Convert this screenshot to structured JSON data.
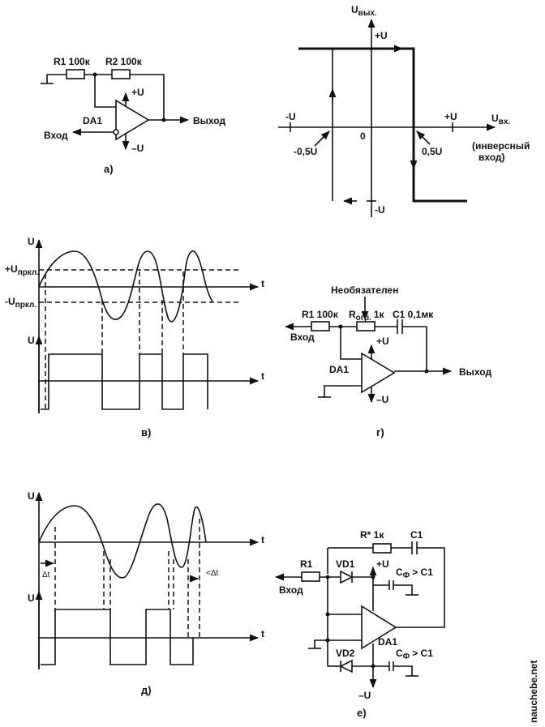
{
  "fig_a": {
    "r1": "R1 100к",
    "r2": "R2 100к",
    "opamp": "DA1",
    "plus": "+U",
    "minus": "–U",
    "input": "Вход",
    "output": "Выход",
    "caption": "а)"
  },
  "fig_b": {
    "y_axis": "U",
    "y_sub": "вых.",
    "x_axis": "U",
    "x_sub": "вх.",
    "plus_u_top": "+U",
    "minus_u_bottom": "-U",
    "minus_u_left": "-U",
    "plus_u_right": "+U",
    "zero": "0",
    "th_neg": "-0,5U",
    "th_pos": "0,5U",
    "note_line1": "(инверсный",
    "note_line2": "вход)"
  },
  "fig_v": {
    "u_label": "U",
    "u_plus": "+U",
    "u_plus_sub": "пркл.",
    "u_minus": "-U",
    "u_minus_sub": "пркл.",
    "t": "t",
    "u2_label": "U",
    "t2": "t",
    "caption": "в)"
  },
  "fig_g": {
    "optional": "Необязателен",
    "r1": "R1 100к",
    "r_lim": "R",
    "r_lim_sub": "огр.",
    "r_lim_val": "1к",
    "c1": "C1 0,1мк",
    "input": "Вход",
    "plus": "+U",
    "opamp": "DA1",
    "output": "Выход",
    "minus": "–U",
    "caption": "г)"
  },
  "fig_d": {
    "u_label": "U",
    "t": "t",
    "dt": "Δt",
    "dt_less": "<Δt",
    "u2_label": "U",
    "t2": "t",
    "caption": "д)"
  },
  "fig_e": {
    "r_star": "R* 1к",
    "c1": "C1",
    "r1": "R1",
    "vd1": "VD1",
    "plus": "+U",
    "cf_top": "C",
    "cf_top_sub": "Ф",
    "cf_top_rel": "> C1",
    "input": "Вход",
    "opamp": "DA1",
    "vd2": "VD2",
    "cf_bot": "C",
    "cf_bot_sub": "Ф",
    "cf_bot_rel": "> C1",
    "minus": "–U",
    "caption": "е)"
  },
  "watermark": "nauchebe.net"
}
